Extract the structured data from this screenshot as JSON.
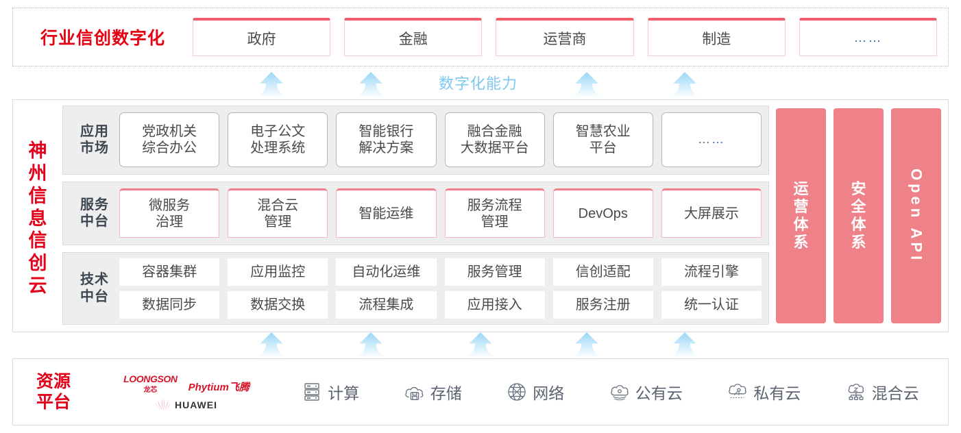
{
  "industry": {
    "title": "行业信创数字化",
    "cards": [
      {
        "label": "政府"
      },
      {
        "label": "金融"
      },
      {
        "label": "运营商"
      },
      {
        "label": "制造"
      },
      {
        "label": "……"
      }
    ]
  },
  "capability_label": "数字化能力",
  "platform": {
    "title_chars": [
      "神",
      "州",
      "信",
      "息",
      "信",
      "创",
      "云"
    ],
    "tiers": [
      {
        "key": "apps",
        "label": "应用\n市场",
        "label_lines": [
          "应用",
          "市场"
        ],
        "cells": [
          "党政机关\n综合办公",
          "电子公文\n处理系统",
          "智能银行\n解决方案",
          "融合金融\n大数据平台",
          "智慧农业\n平台",
          "……"
        ],
        "cell_lines": [
          [
            "党政机关",
            "综合办公"
          ],
          [
            "电子公文",
            "处理系统"
          ],
          [
            "智能银行",
            "解决方案"
          ],
          [
            "融合金融",
            "大数据平台"
          ],
          [
            "智慧农业",
            "平台"
          ],
          [
            "……"
          ]
        ]
      },
      {
        "key": "service",
        "label_lines": [
          "服务",
          "中台"
        ],
        "cell_lines": [
          [
            "微服务",
            "治理"
          ],
          [
            "混合云",
            "管理"
          ],
          [
            "智能运维"
          ],
          [
            "服务流程",
            "管理"
          ],
          [
            "DevOps"
          ],
          [
            "大屏展示"
          ]
        ]
      },
      {
        "key": "tech",
        "label_lines": [
          "技术",
          "中台"
        ],
        "row1": [
          "容器集群",
          "应用监控",
          "自动化运维",
          "服务管理",
          "信创适配",
          "流程引擎"
        ],
        "row2": [
          "数据同步",
          "数据交换",
          "流程集成",
          "应用接入",
          "服务注册",
          "统一认证"
        ]
      }
    ],
    "pillars": [
      {
        "type": "cn",
        "chars": [
          "运",
          "营",
          "体",
          "系"
        ],
        "label": "运营体系"
      },
      {
        "type": "cn",
        "chars": [
          "安",
          "全",
          "体",
          "系"
        ],
        "label": "安全体系"
      },
      {
        "type": "en",
        "label": "Open API"
      }
    ]
  },
  "resource": {
    "title_lines": [
      "资源",
      "平台"
    ],
    "vendors": [
      {
        "name": "LOONGSON",
        "sub": "龙芯"
      },
      {
        "name": "Phytium飞腾"
      },
      {
        "name": "HUAWEI"
      }
    ],
    "items": [
      {
        "icon": "server-icon",
        "label": "计算"
      },
      {
        "icon": "cloud-storage-icon",
        "label": "存储"
      },
      {
        "icon": "network-icon",
        "label": "网络"
      },
      {
        "icon": "public-cloud-icon",
        "label": "公有云"
      },
      {
        "icon": "private-cloud-icon",
        "label": "私有云"
      },
      {
        "icon": "hybrid-cloud-icon",
        "label": "混合云"
      }
    ]
  },
  "colors": {
    "brand_red": "#e2001a",
    "pink": "#ef8189",
    "card_top_red": "#ef5f6b",
    "arrow_blue": "#7ec8f2",
    "tier_bg": "#eeeeee"
  },
  "arrows": {
    "top_x": [
      395,
      540,
      855,
      998
    ],
    "bottom_x": [
      395,
      540,
      700,
      855,
      998
    ]
  }
}
